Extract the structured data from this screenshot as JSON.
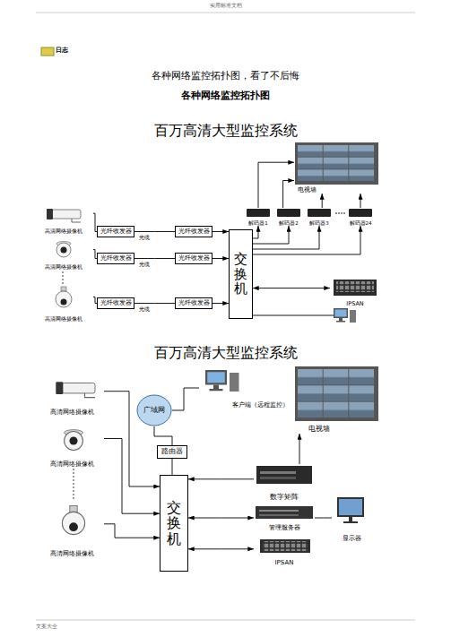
{
  "diagram": {
    "title": "各种网络监控拓扑图，看了不后悔",
    "nodes": [
      {
        "text": [
          "电视墙"
        ]
      },
      {
        "text": [
          "解码器1"
        ]
      },
      {
        "text": [
          "解码器2"
        ]
      },
      {
        "text": [
          "解码器3"
        ]
      },
      {
        "text": [
          "解码器24"
        ]
      },
      {
        "text": [
          "高清网络摄像机"
        ]
      },
      {
        "text": [
          "光纤收发器"
        ]
      },
      {
        "text": [
          "光纤收发器"
        ]
      },
      {
        "text": [
          "交换机"
        ]
      },
      {
        "text": [
          "高清网络摄像机"
        ]
      },
      {
        "text": [
          "光纤收发器"
        ]
      },
      {
        "text": [
          "光纤收发器"
        ]
      },
      {
        "text": [
          "高清网络摄像机"
        ]
      },
      {
        "text": [
          "光纤收发器"
        ]
      },
      {
        "text": [
          "光纤收发器"
        ]
      },
      {
        "text": [
          "IPSAN"
        ]
      },
      {
        "text": [
          "客户端（远程监控）"
        ]
      },
      {
        "text": [
          "广域网"
        ]
      },
      {
        "text": [
          "电视墙"
        ]
      },
      {
        "text": [
          "高清网络摄像机"
        ]
      },
      {
        "text": [
          "高清网络摄像机"
        ]
      },
      {
        "text": [
          "路由器"
        ]
      },
      {
        "text": [
          "数字矩阵"
        ]
      },
      {
        "text": [
          "交换机"
        ]
      },
      {
        "text": [
          "管理服务器"
        ]
      },
      {
        "text": [
          "显示器"
        ]
      },
      {
        "text": [
          "高清网络摄像机"
        ]
      },
      {
        "text": [
          "IPSAN"
        ]
      }
    ],
    "edges": [
      {
        "from": 5,
        "to": 6,
        "arrow": "none"
      },
      {
        "from": 6,
        "to": 7,
        "label": "光缆",
        "arrow": "none"
      },
      {
        "from": 7,
        "to": 8,
        "arrow": "to"
      },
      {
        "from": 9,
        "to": 10,
        "arrow": "none"
      },
      {
        "from": 10,
        "to": 11,
        "label": "光缆",
        "arrow": "none"
      },
      {
        "from": 11,
        "to": 8,
        "arrow": "to"
      },
      {
        "from": 12,
        "to": 13,
        "arrow": "none"
      },
      {
        "from": 13,
        "to": 14,
        "label": "光缆",
        "arrow": "none"
      },
      {
        "from": 14,
        "to": 8,
        "arrow": "to"
      },
      {
        "from": 8,
        "to": 1,
        "arrow": "to"
      },
      {
        "from": 8,
        "to": 2,
        "arrow": "to"
      },
      {
        "from": 8,
        "to": 3,
        "arrow": "to"
      },
      {
        "from": 8,
        "to": 4,
        "arrow": "to"
      },
      {
        "from": 1,
        "to": 0,
        "arrow": "to"
      },
      {
        "from": 2,
        "to": 0,
        "arrow": "to"
      },
      {
        "from": 3,
        "to": 0,
        "arrow": "to"
      },
      {
        "from": 4,
        "to": 0,
        "arrow": "to"
      },
      {
        "from": 15,
        "to": 8,
        "arrow": "both"
      },
      {
        "from": 17,
        "to": 16,
        "arrow": "none"
      },
      {
        "from": 17,
        "to": 21,
        "arrow": "none"
      },
      {
        "from": 21,
        "to": 23,
        "arrow": "none"
      },
      {
        "from": 19,
        "to": 23,
        "arrow": "to"
      },
      {
        "from": 20,
        "to": 23,
        "arrow": "to"
      },
      {
        "from": 26,
        "to": 23,
        "arrow": "to"
      },
      {
        "from": 22,
        "to": 23,
        "arrow": "to"
      },
      {
        "from": 22,
        "to": 18,
        "arrow": "to"
      },
      {
        "from": 24,
        "to": 23,
        "arrow": "both"
      },
      {
        "from": 24,
        "to": 25,
        "arrow": "none"
      },
      {
        "from": 27,
        "to": 23,
        "arrow": "both"
      }
    ],
    "labels": [
      "实用标准文档",
      "日志",
      "各种网络监控拓扑图",
      "百万高清大型监控系统",
      "百万高清大型监控系统",
      "文案大全"
    ]
  }
}
